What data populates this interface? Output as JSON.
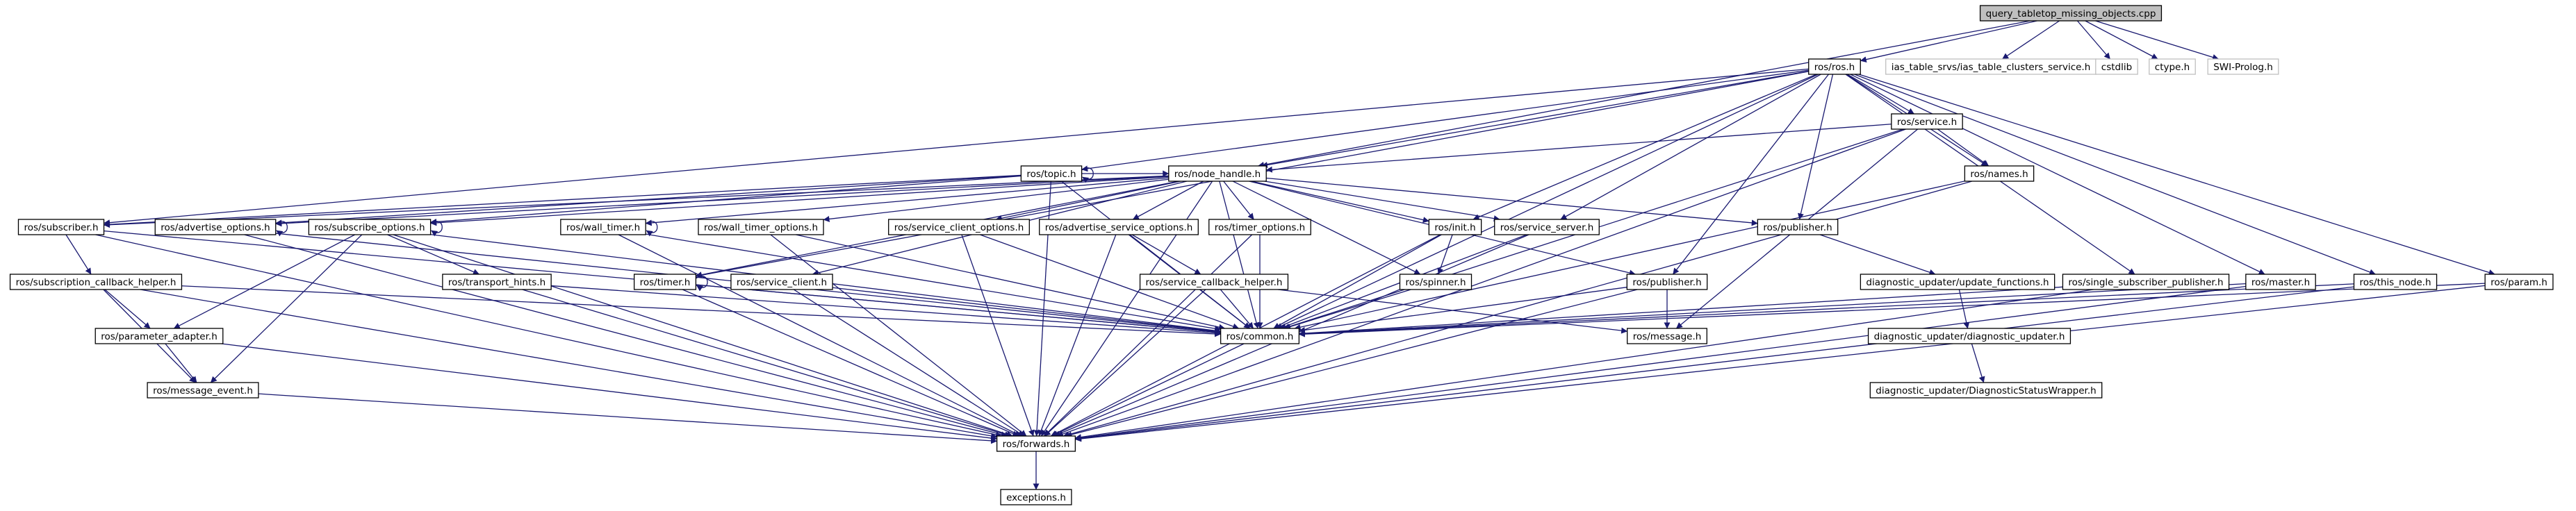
{
  "colors": {
    "background": "#ffffff",
    "edge": "#191970",
    "node_border": "#000000",
    "node_border_external": "#bfbfbf",
    "node_fill": "#ffffff",
    "root_fill": "#bfbfbf",
    "text": "#000000"
  },
  "nodes": [
    {
      "id": "root",
      "label": "query_tabletop_missing_objects.cpp",
      "kind": "root"
    },
    {
      "id": "ros_h",
      "label": "ros/ros.h",
      "kind": "normal"
    },
    {
      "id": "ias_srv",
      "label": "ias_table_srvs/ias_table_clusters_service.h",
      "kind": "external"
    },
    {
      "id": "cstdlib",
      "label": "cstdlib",
      "kind": "external"
    },
    {
      "id": "ctype",
      "label": "ctype.h",
      "kind": "external"
    },
    {
      "id": "swi",
      "label": "SWI-Prolog.h",
      "kind": "external"
    },
    {
      "id": "service_h",
      "label": "ros/service.h",
      "kind": "normal"
    },
    {
      "id": "topic_h",
      "label": "ros/topic.h",
      "kind": "normal"
    },
    {
      "id": "node_handle_h",
      "label": "ros/node_handle.h",
      "kind": "normal"
    },
    {
      "id": "names_h",
      "label": "ros/names.h",
      "kind": "normal"
    },
    {
      "id": "subscriber_h",
      "label": "ros/subscriber.h",
      "kind": "normal"
    },
    {
      "id": "advertise_options_h",
      "label": "ros/advertise_options.h",
      "kind": "normal"
    },
    {
      "id": "subscribe_options_h",
      "label": "ros/subscribe_options.h",
      "kind": "normal"
    },
    {
      "id": "wall_timer_h",
      "label": "ros/wall_timer.h",
      "kind": "normal"
    },
    {
      "id": "wall_timer_options_h",
      "label": "ros/wall_timer_options.h",
      "kind": "normal"
    },
    {
      "id": "service_client_options_h",
      "label": "ros/service_client_options.h",
      "kind": "normal"
    },
    {
      "id": "advertise_service_options_h",
      "label": "ros/advertise_service_options.h",
      "kind": "normal"
    },
    {
      "id": "timer_options_h",
      "label": "ros/timer_options.h",
      "kind": "normal"
    },
    {
      "id": "init_h",
      "label": "ros/init.h",
      "kind": "normal"
    },
    {
      "id": "service_server_h",
      "label": "ros/service_server.h",
      "kind": "normal"
    },
    {
      "id": "publisher_a_h",
      "label": "ros/publisher.h",
      "kind": "normal"
    },
    {
      "id": "subscription_callback_helper_h",
      "label": "ros/subscription_callback_helper.h",
      "kind": "normal"
    },
    {
      "id": "transport_hints_h",
      "label": "ros/transport_hints.h",
      "kind": "normal"
    },
    {
      "id": "timer_h",
      "label": "ros/timer.h",
      "kind": "normal"
    },
    {
      "id": "service_client_h",
      "label": "ros/service_client.h",
      "kind": "normal"
    },
    {
      "id": "service_callback_helper_h",
      "label": "ros/service_callback_helper.h",
      "kind": "normal"
    },
    {
      "id": "spinner_h",
      "label": "ros/spinner.h",
      "kind": "normal"
    },
    {
      "id": "publisher_b_h",
      "label": "ros/publisher.h",
      "kind": "normal"
    },
    {
      "id": "update_functions_h",
      "label": "diagnostic_updater/update_functions.h",
      "kind": "normal"
    },
    {
      "id": "single_subscriber_publisher_h",
      "label": "ros/single_subscriber_publisher.h",
      "kind": "normal"
    },
    {
      "id": "master_h",
      "label": "ros/master.h",
      "kind": "normal"
    },
    {
      "id": "this_node_h",
      "label": "ros/this_node.h",
      "kind": "normal"
    },
    {
      "id": "param_h",
      "label": "ros/param.h",
      "kind": "normal"
    },
    {
      "id": "parameter_adapter_h",
      "label": "ros/parameter_adapter.h",
      "kind": "normal"
    },
    {
      "id": "common_h",
      "label": "ros/common.h",
      "kind": "normal"
    },
    {
      "id": "message_h",
      "label": "ros/message.h",
      "kind": "normal"
    },
    {
      "id": "diagnostic_updater_h",
      "label": "diagnostic_updater/diagnostic_updater.h",
      "kind": "normal"
    },
    {
      "id": "message_event_h",
      "label": "ros/message_event.h",
      "kind": "normal"
    },
    {
      "id": "status_wrapper_h",
      "label": "diagnostic_updater/DiagnosticStatusWrapper.h",
      "kind": "normal"
    },
    {
      "id": "forwards_h",
      "label": "ros/forwards.h",
      "kind": "normal"
    },
    {
      "id": "exceptions_h",
      "label": "exceptions.h",
      "kind": "normal"
    }
  ],
  "edges": [
    [
      "root",
      "ros_h"
    ],
    [
      "root",
      "ias_srv"
    ],
    [
      "root",
      "cstdlib"
    ],
    [
      "root",
      "ctype"
    ],
    [
      "root",
      "swi"
    ],
    [
      "root",
      "node_handle_h"
    ],
    [
      "ros_h",
      "service_h"
    ],
    [
      "ros_h",
      "topic_h"
    ],
    [
      "ros_h",
      "node_handle_h"
    ],
    [
      "ros_h",
      "names_h"
    ],
    [
      "ros_h",
      "subscriber_h"
    ],
    [
      "ros_h",
      "init_h"
    ],
    [
      "ros_h",
      "service_server_h"
    ],
    [
      "ros_h",
      "publisher_a_h"
    ],
    [
      "ros_h",
      "publisher_b_h"
    ],
    [
      "ros_h",
      "single_subscriber_publisher_h"
    ],
    [
      "ros_h",
      "master_h"
    ],
    [
      "ros_h",
      "this_node_h"
    ],
    [
      "ros_h",
      "param_h"
    ],
    [
      "ros_h",
      "common_h"
    ],
    [
      "ros_h",
      "timer_h"
    ],
    [
      "service_h",
      "node_handle_h"
    ],
    [
      "service_h",
      "names_h"
    ],
    [
      "service_h",
      "common_h"
    ],
    [
      "service_h",
      "message_h"
    ],
    [
      "service_h",
      "forwards_h"
    ],
    [
      "topic_h",
      "topic_h"
    ],
    [
      "topic_h",
      "node_handle_h"
    ],
    [
      "topic_h",
      "subscriber_h"
    ],
    [
      "topic_h",
      "subscribe_options_h"
    ],
    [
      "topic_h",
      "advertise_options_h"
    ],
    [
      "topic_h",
      "common_h"
    ],
    [
      "topic_h",
      "forwards_h"
    ],
    [
      "node_handle_h",
      "subscriber_h"
    ],
    [
      "node_handle_h",
      "advertise_options_h"
    ],
    [
      "node_handle_h",
      "subscribe_options_h"
    ],
    [
      "node_handle_h",
      "wall_timer_h"
    ],
    [
      "node_handle_h",
      "wall_timer_options_h"
    ],
    [
      "node_handle_h",
      "service_client_options_h"
    ],
    [
      "node_handle_h",
      "advertise_service_options_h"
    ],
    [
      "node_handle_h",
      "timer_options_h"
    ],
    [
      "node_handle_h",
      "init_h"
    ],
    [
      "node_handle_h",
      "service_server_h"
    ],
    [
      "node_handle_h",
      "publisher_a_h"
    ],
    [
      "node_handle_h",
      "publisher_b_h"
    ],
    [
      "node_handle_h",
      "timer_h"
    ],
    [
      "node_handle_h",
      "service_client_h"
    ],
    [
      "node_handle_h",
      "spinner_h"
    ],
    [
      "node_handle_h",
      "common_h"
    ],
    [
      "node_handle_h",
      "forwards_h"
    ],
    [
      "names_h",
      "common_h"
    ],
    [
      "names_h",
      "forwards_h"
    ],
    [
      "subscriber_h",
      "subscription_callback_helper_h"
    ],
    [
      "subscriber_h",
      "common_h"
    ],
    [
      "subscriber_h",
      "forwards_h"
    ],
    [
      "advertise_options_h",
      "advertise_options_h"
    ],
    [
      "advertise_options_h",
      "common_h"
    ],
    [
      "advertise_options_h",
      "forwards_h"
    ],
    [
      "subscribe_options_h",
      "subscribe_options_h"
    ],
    [
      "subscribe_options_h",
      "transport_hints_h"
    ],
    [
      "subscribe_options_h",
      "parameter_adapter_h"
    ],
    [
      "subscribe_options_h",
      "message_event_h"
    ],
    [
      "subscribe_options_h",
      "common_h"
    ],
    [
      "subscribe_options_h",
      "forwards_h"
    ],
    [
      "wall_timer_h",
      "wall_timer_h"
    ],
    [
      "wall_timer_h",
      "common_h"
    ],
    [
      "wall_timer_h",
      "forwards_h"
    ],
    [
      "wall_timer_options_h",
      "common_h"
    ],
    [
      "wall_timer_options_h",
      "forwards_h"
    ],
    [
      "service_client_options_h",
      "common_h"
    ],
    [
      "service_client_options_h",
      "forwards_h"
    ],
    [
      "advertise_service_options_h",
      "service_callback_helper_h"
    ],
    [
      "advertise_service_options_h",
      "common_h"
    ],
    [
      "advertise_service_options_h",
      "forwards_h"
    ],
    [
      "timer_options_h",
      "common_h"
    ],
    [
      "timer_options_h",
      "forwards_h"
    ],
    [
      "init_h",
      "spinner_h"
    ],
    [
      "init_h",
      "common_h"
    ],
    [
      "init_h",
      "forwards_h"
    ],
    [
      "service_server_h",
      "common_h"
    ],
    [
      "service_server_h",
      "forwards_h"
    ],
    [
      "publisher_a_h",
      "update_functions_h"
    ],
    [
      "subscription_callback_helper_h",
      "parameter_adapter_h"
    ],
    [
      "subscription_callback_helper_h",
      "message_event_h"
    ],
    [
      "subscription_callback_helper_h",
      "common_h"
    ],
    [
      "subscription_callback_helper_h",
      "forwards_h"
    ],
    [
      "transport_hints_h",
      "common_h"
    ],
    [
      "transport_hints_h",
      "forwards_h"
    ],
    [
      "timer_h",
      "timer_h"
    ],
    [
      "timer_h",
      "common_h"
    ],
    [
      "timer_h",
      "forwards_h"
    ],
    [
      "service_client_h",
      "common_h"
    ],
    [
      "service_client_h",
      "forwards_h"
    ],
    [
      "service_callback_helper_h",
      "common_h"
    ],
    [
      "service_callback_helper_h",
      "forwards_h"
    ],
    [
      "service_callback_helper_h",
      "message_h"
    ],
    [
      "spinner_h",
      "common_h"
    ],
    [
      "publisher_b_h",
      "message_h"
    ],
    [
      "publisher_b_h",
      "common_h"
    ],
    [
      "publisher_b_h",
      "forwards_h"
    ],
    [
      "update_functions_h",
      "diagnostic_updater_h"
    ],
    [
      "single_subscriber_publisher_h",
      "common_h"
    ],
    [
      "single_subscriber_publisher_h",
      "forwards_h"
    ],
    [
      "master_h",
      "common_h"
    ],
    [
      "master_h",
      "forwards_h"
    ],
    [
      "this_node_h",
      "common_h"
    ],
    [
      "this_node_h",
      "forwards_h"
    ],
    [
      "param_h",
      "common_h"
    ],
    [
      "param_h",
      "forwards_h"
    ],
    [
      "parameter_adapter_h",
      "message_event_h"
    ],
    [
      "parameter_adapter_h",
      "forwards_h"
    ],
    [
      "common_h",
      "forwards_h"
    ],
    [
      "diagnostic_updater_h",
      "status_wrapper_h"
    ],
    [
      "message_event_h",
      "forwards_h"
    ],
    [
      "forwards_h",
      "exceptions_h"
    ]
  ]
}
